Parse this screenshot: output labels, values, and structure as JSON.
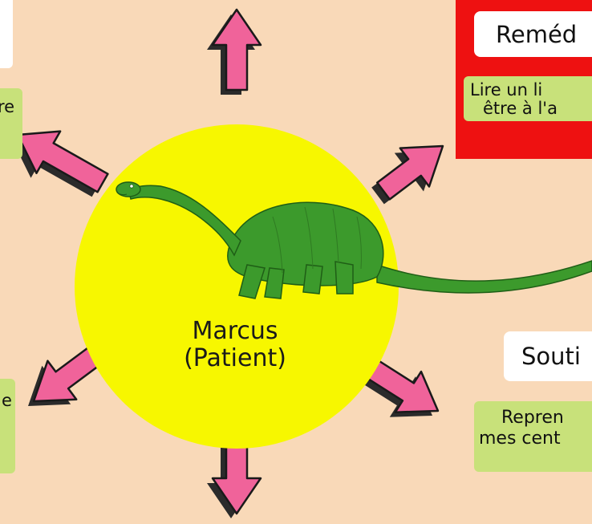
{
  "center": {
    "name": "Marcus",
    "role": "(Patient)",
    "circle_color": "#f7f700"
  },
  "arrow_colors": {
    "fill": "#f0639a",
    "outline": "#1a1a1a",
    "shadow": "#2b2b2b"
  },
  "left_top_card": {
    "line1": "re"
  },
  "left_bottom_card": {
    "line1": "e"
  },
  "remediation": {
    "title": "Reméd",
    "lines": [
      "Lire un li",
      "être à l'a"
    ],
    "border_color": "#ee1111"
  },
  "support": {
    "title": "Souti",
    "lines": [
      "Repren",
      "mes cent"
    ]
  },
  "illustration": {
    "subject": "dinosaur-illustration",
    "color": "#3c9a2c"
  }
}
